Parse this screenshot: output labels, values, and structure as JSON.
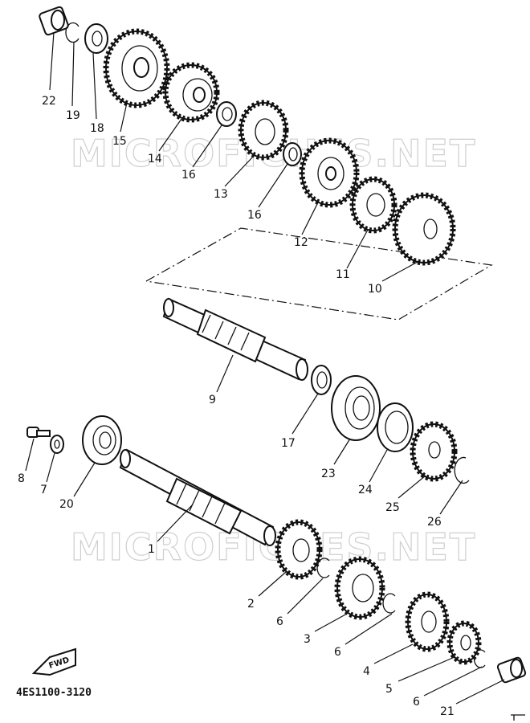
{
  "diagram": {
    "code": "4ES1100-3120",
    "watermark": "MICROFICHES.NET",
    "fwd_mark": "FWD",
    "callouts": [
      {
        "id": "c22",
        "text": "22"
      },
      {
        "id": "c19",
        "text": "19"
      },
      {
        "id": "c18",
        "text": "18"
      },
      {
        "id": "c15",
        "text": "15"
      },
      {
        "id": "c14",
        "text": "14"
      },
      {
        "id": "c16a",
        "text": "16"
      },
      {
        "id": "c13",
        "text": "13"
      },
      {
        "id": "c16b",
        "text": "16"
      },
      {
        "id": "c12",
        "text": "12"
      },
      {
        "id": "c11",
        "text": "11"
      },
      {
        "id": "c10",
        "text": "10"
      },
      {
        "id": "c9",
        "text": "9"
      },
      {
        "id": "c17",
        "text": "17"
      },
      {
        "id": "c23",
        "text": "23"
      },
      {
        "id": "c24",
        "text": "24"
      },
      {
        "id": "c25",
        "text": "25"
      },
      {
        "id": "c26",
        "text": "26"
      },
      {
        "id": "c8",
        "text": "8"
      },
      {
        "id": "c7",
        "text": "7"
      },
      {
        "id": "c20",
        "text": "20"
      },
      {
        "id": "c1",
        "text": "1"
      },
      {
        "id": "c2",
        "text": "2"
      },
      {
        "id": "c6a",
        "text": "6"
      },
      {
        "id": "c3",
        "text": "3"
      },
      {
        "id": "c6b",
        "text": "6"
      },
      {
        "id": "c4",
        "text": "4"
      },
      {
        "id": "c5",
        "text": "5"
      },
      {
        "id": "c6c",
        "text": "6"
      },
      {
        "id": "c21",
        "text": "21"
      }
    ]
  }
}
